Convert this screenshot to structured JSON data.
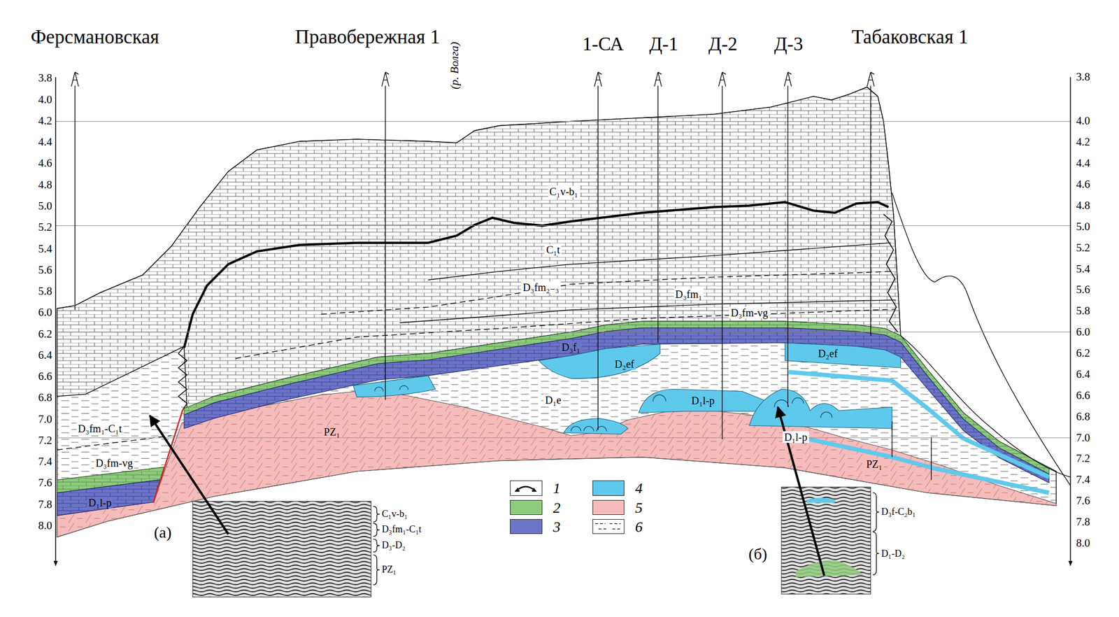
{
  "diagram": {
    "labels": [
      "Ферсмановская",
      "Правобережная 1",
      "(р. Волга)",
      "1-СА",
      "Д-1",
      "Д-2",
      "Д-3",
      "Табаковская 1",
      "3.8",
      "4.0",
      "4.2",
      "4.4",
      "4.6",
      "4.8",
      "5.0",
      "5.2",
      "5.4",
      "5.6",
      "5.8",
      "6.0",
      "6.2",
      "6.4",
      "6.6",
      "6.8",
      "7.0",
      "7.2",
      "7.4",
      "7.6",
      "7.8",
      "8.0",
      "3.8",
      "4.0",
      "4.2",
      "4.4",
      "4.6",
      "4.8",
      "5.0",
      "5.2",
      "5.4",
      "5.6",
      "5.8",
      "6.0",
      "6.2",
      "6.4",
      "6.6",
      "6.8",
      "7.0",
      "7.2",
      "7.4",
      "7.6",
      "7.8",
      "8.0",
      "C₁v-b₁",
      "C₁t",
      "D₃fm₂₋₃",
      "D₃fm₁",
      "D₃fm-vg",
      "D₃f₁",
      "D₂ef",
      "D₂ef",
      "D₁e",
      "D₁l-p",
      "D₁l-p",
      "PZ₁",
      "PZ₁",
      "D₃fm₁-C₁t",
      "D₃fm-vg",
      "D₁l-p",
      "(а)",
      "(б)",
      "C₁v-b₁",
      "D₃fm₁-C₁t",
      "D₃-D₂",
      "PZ₁",
      "D₃f-C₂b₁",
      "D₁-D₂"
    ],
    "legend": [
      {
        "text": "1"
      },
      {
        "text": "2",
        "color": "#8fcb7c"
      },
      {
        "text": "3",
        "color": "#6c74c8"
      },
      {
        "text": "4",
        "color": "#5fc9ec"
      },
      {
        "text": "5",
        "color": "#f6bcbc"
      },
      {
        "text": "6"
      }
    ]
  }
}
